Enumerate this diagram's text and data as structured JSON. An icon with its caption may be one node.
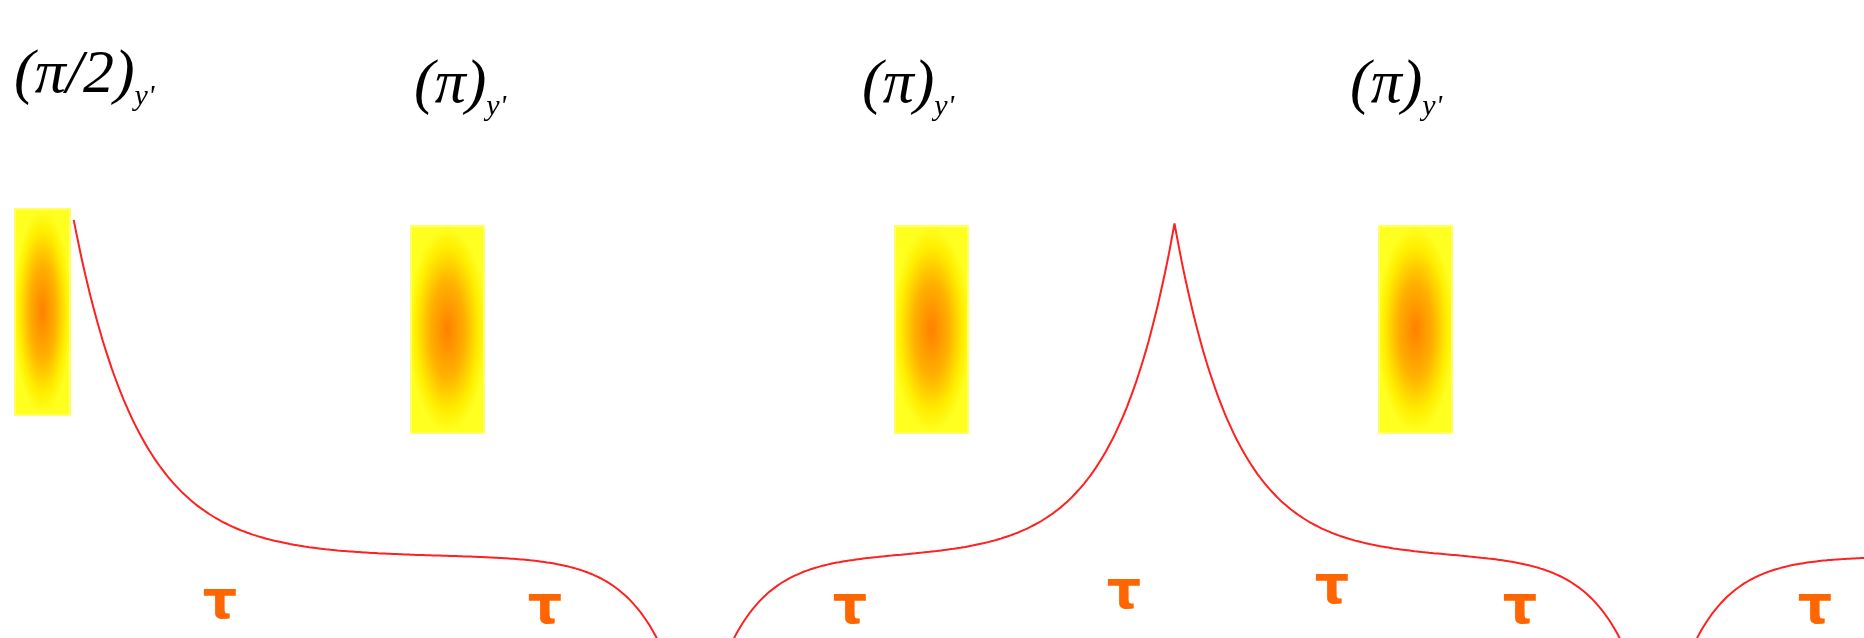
{
  "diagram": {
    "nodes": [
      {
        "text": [
          "(π/2)$_{y'}$"
        ]
      },
      {
        "text": [
          "(π)$_{y'}$"
        ]
      },
      {
        "text": [
          "(π)$_{y'}$"
        ]
      },
      {
        "text": [
          "(π)$_{y'}$"
        ]
      }
    ],
    "labels": [
      "τ",
      "τ",
      "τ",
      "τ",
      "τ",
      "τ",
      "τ"
    ]
  }
}
